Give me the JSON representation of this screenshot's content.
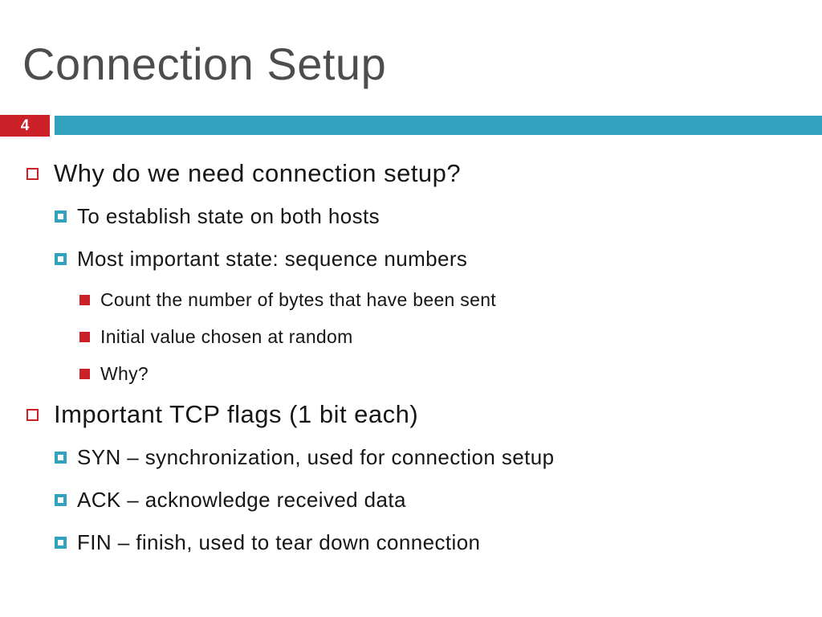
{
  "slide": {
    "title": "Connection Setup",
    "slide_number": "4",
    "colors": {
      "accent_red": "#cd2129",
      "accent_teal": "#31a3bf",
      "title_gray": "#4d4d4d",
      "body_text": "#161616",
      "background": "#ffffff"
    },
    "bullet_styles": {
      "level1": "hollow-red-square",
      "level2": "thick-teal-square",
      "level3": "solid-red-square"
    },
    "content": [
      {
        "level": 1,
        "text": "Why do we need connection setup?"
      },
      {
        "level": 2,
        "text": "To establish state on both hosts"
      },
      {
        "level": 2,
        "text": "Most important state: sequence numbers"
      },
      {
        "level": 3,
        "text": "Count the number of bytes that have been sent"
      },
      {
        "level": 3,
        "text": "Initial value chosen at random"
      },
      {
        "level": 3,
        "text": "Why?"
      },
      {
        "level": 1,
        "text": "Important TCP flags (1 bit each)"
      },
      {
        "level": 2,
        "text": "SYN – synchronization, used for connection setup"
      },
      {
        "level": 2,
        "text": "ACK – acknowledge received data"
      },
      {
        "level": 2,
        "text": "FIN – finish, used to tear down connection"
      }
    ]
  }
}
